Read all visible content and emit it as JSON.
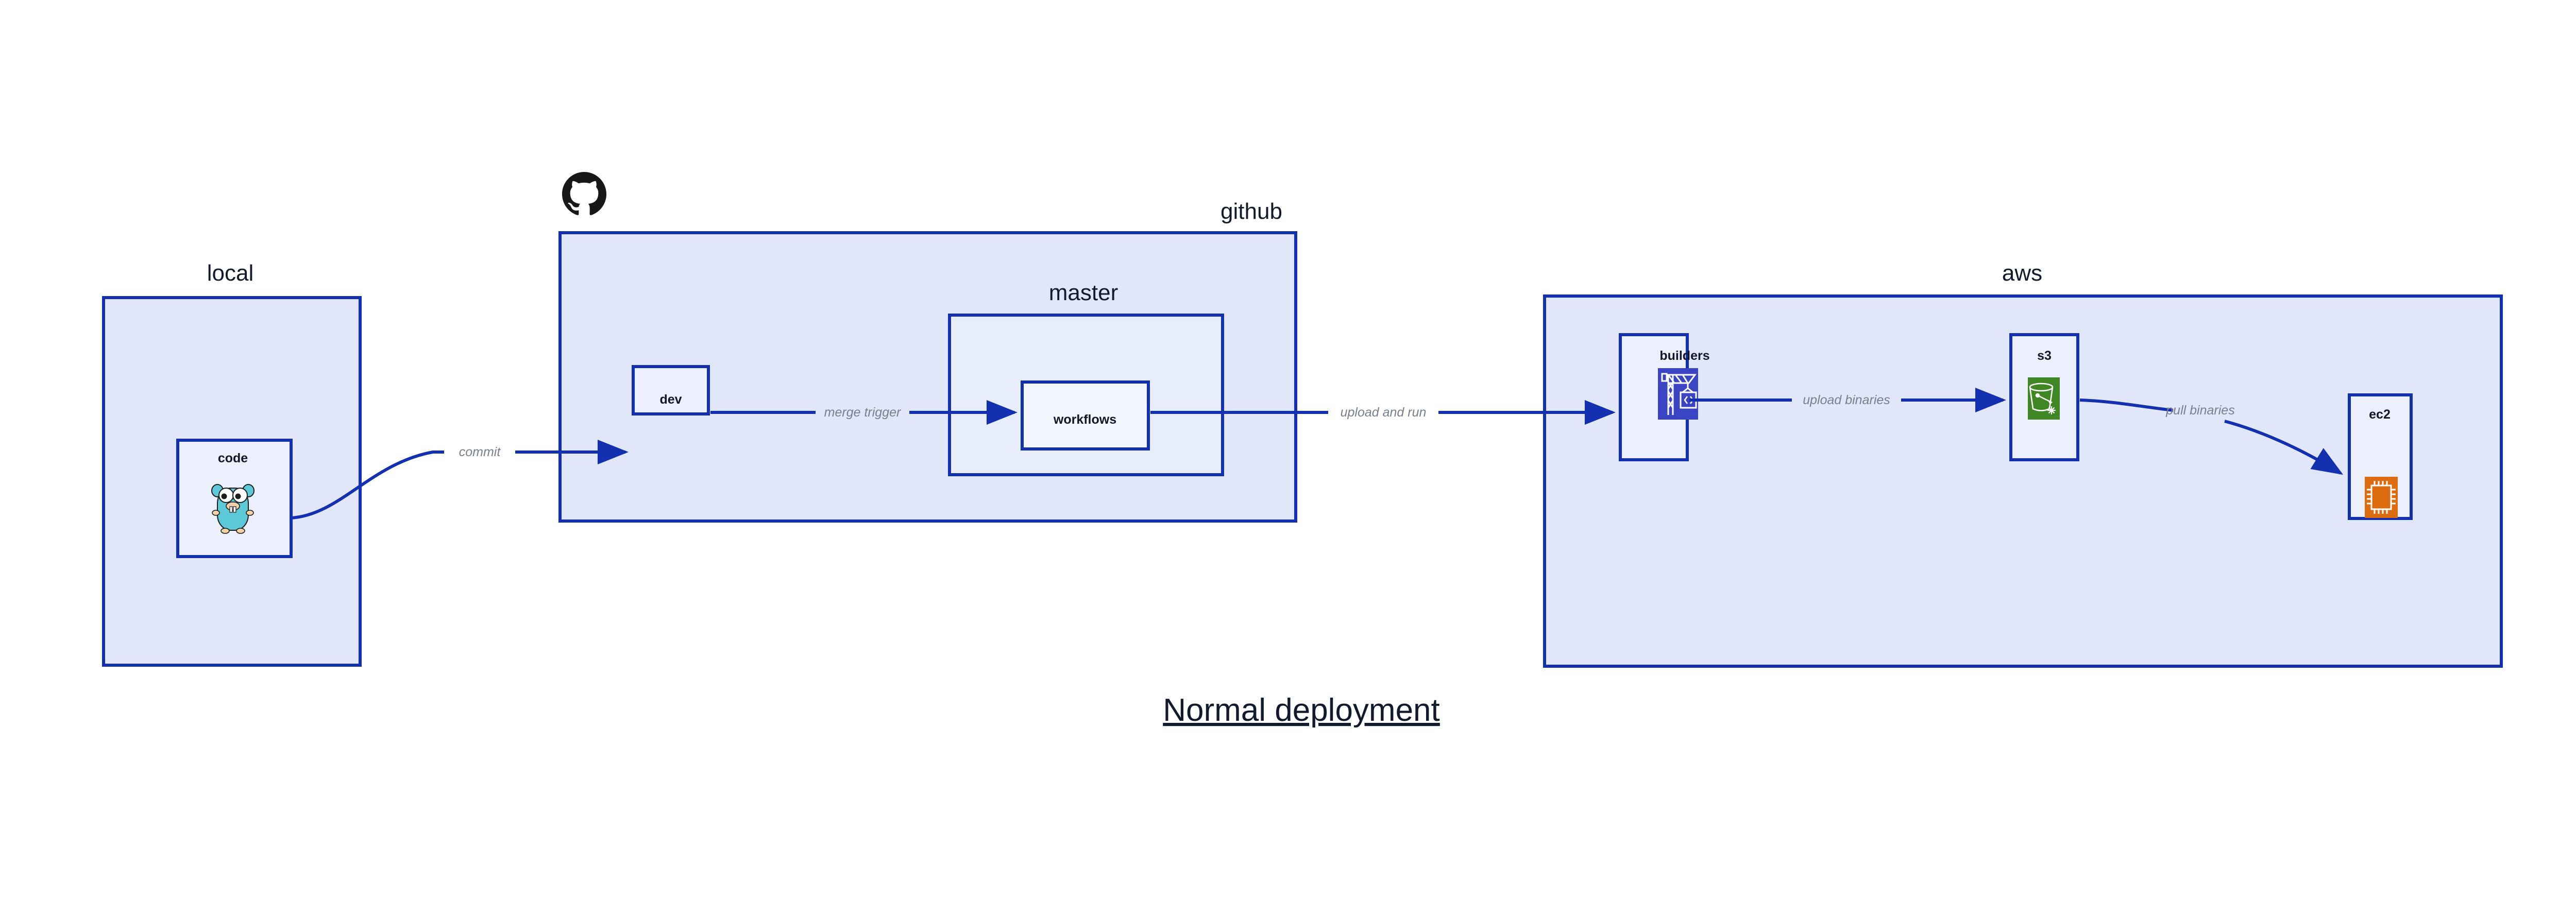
{
  "title": "Normal deployment",
  "groups": {
    "local": {
      "label": "local"
    },
    "github": {
      "label": "github"
    },
    "master": {
      "label": "master"
    },
    "aws": {
      "label": "aws"
    }
  },
  "nodes": {
    "code": {
      "label": "code",
      "icon": "go-gopher-icon"
    },
    "dev": {
      "label": "dev"
    },
    "workflows": {
      "label": "workflows"
    },
    "builders": {
      "label": "builders",
      "icon": "aws-codebuild-crane-icon"
    },
    "s3": {
      "label": "s3",
      "icon": "aws-s3-bucket-icon"
    },
    "ec2": {
      "label": "ec2",
      "icon": "aws-ec2-chip-icon"
    }
  },
  "edges": {
    "commit": {
      "label": "commit",
      "from": "code",
      "to": "dev"
    },
    "merge_trigger": {
      "label": "merge trigger",
      "from": "dev",
      "to": "workflows"
    },
    "upload_and_run": {
      "label": "upload and run",
      "from": "workflows",
      "to": "builders"
    },
    "upload_binaries": {
      "label": "upload binaries",
      "from": "builders",
      "to": "s3"
    },
    "pull_binaries": {
      "label": "pull binaries",
      "from": "s3",
      "to": "ec2"
    }
  },
  "logos": {
    "github": "github-octocat-logo"
  },
  "colors": {
    "container_fill": "#e1e7f9",
    "container_stroke": "#1230b0",
    "node_fill": "#ecf0fc",
    "edge_stroke": "#1230b0",
    "label_text": "#141a2e",
    "edge_label_text": "#7a7f8c",
    "gopher_body": "#5bc9d8",
    "codebuild_blue": "#3b45c4",
    "s3_green": "#3f8624",
    "ec2_orange": "#dd6b10"
  }
}
